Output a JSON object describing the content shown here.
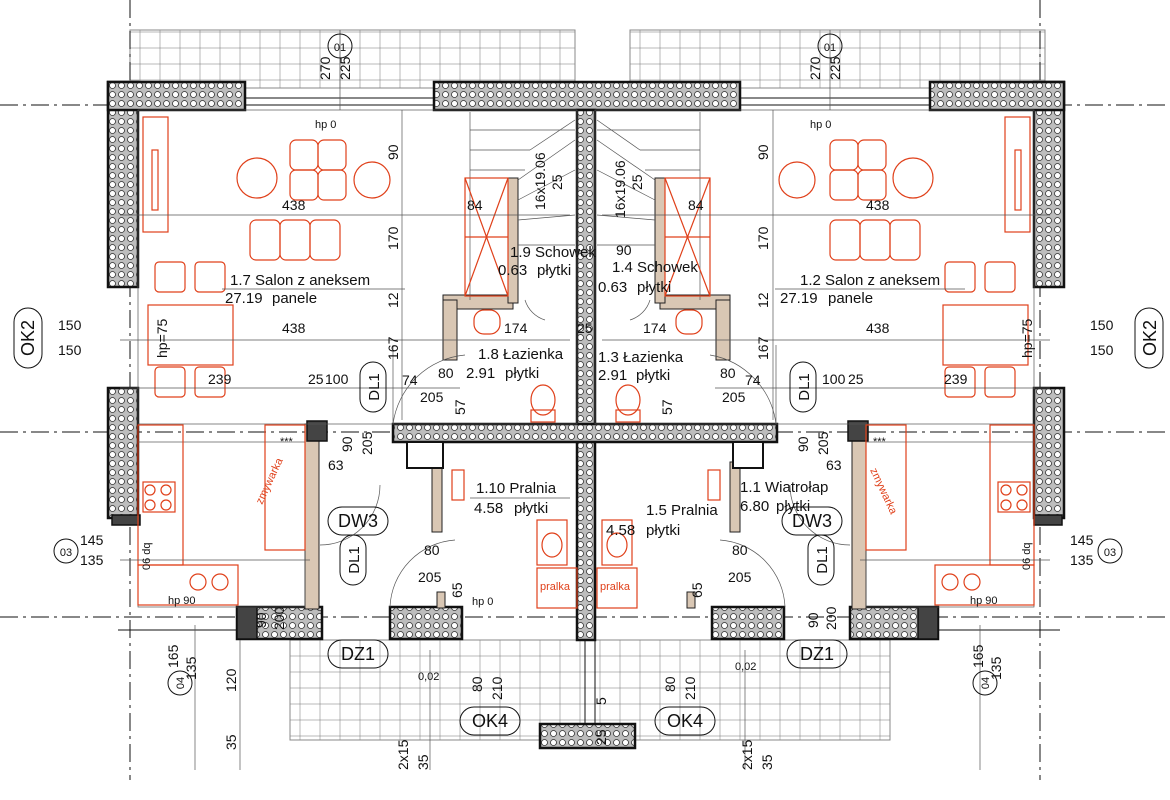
{
  "axes": {
    "top_left": "01",
    "top_right": "01",
    "side_left": "OK2",
    "side_right": "OK2",
    "left_mid": "03",
    "right_mid": "03",
    "left_bottom": "04",
    "right_bottom": "04"
  },
  "rooms_left": [
    {
      "name": "1.7 Salon z aneksem",
      "area": "27.19",
      "finish": "panele"
    },
    {
      "name": "1.9 Schowek",
      "area": "0.63",
      "finish": "płytki"
    },
    {
      "name": "1.8 Łazienka",
      "area": "2.91",
      "finish": "płytki"
    },
    {
      "name": "1.10 Pralnia",
      "area": "4.58",
      "finish": "płytki"
    }
  ],
  "rooms_right": [
    {
      "name": "1.2 Salon z aneksem",
      "area": "27.19",
      "finish": "panele"
    },
    {
      "name": "1.4 Schowek",
      "area": "0.63",
      "finish": "płytki"
    },
    {
      "name": "1.3 Łazienka",
      "area": "2.91",
      "finish": "płytki"
    },
    {
      "name": "1.5 Pralnia",
      "area": "4.58",
      "finish": "płytki"
    },
    {
      "name": "1.1 Wiatrołap",
      "area": "6.80",
      "finish": "płytki"
    }
  ],
  "doors": {
    "dl1": "DL1",
    "dw3": "DW3",
    "dz1": "DZ1",
    "ok4": "OK4"
  },
  "stairs": {
    "left": "16x19.06",
    "right": "16x19.06",
    "step": "25"
  },
  "labels": {
    "hp0": "hp 0",
    "hp75": "hp=75",
    "hp90": "hp 90",
    "pralka": "pralka",
    "zmywarka": "zmywarka",
    "dq": "06 dq",
    "stars": "***",
    "level": "0,02"
  },
  "dims": {
    "d270": "270",
    "d225": "225",
    "d90": "90",
    "d170": "170",
    "d438": "438",
    "d12": "12",
    "d84": "84",
    "d150": "150",
    "d167": "167",
    "d174": "174",
    "d25": "25",
    "d239": "239",
    "d100": "100",
    "d74": "74",
    "d80": "80",
    "d205": "205",
    "d57": "57",
    "d63": "63",
    "d145": "145",
    "d135": "135",
    "d65": "65",
    "d200": "200",
    "d165": "165",
    "d120": "120",
    "d35": "35",
    "d210": "210",
    "d5": "5",
    "d2x15": "2x15"
  }
}
